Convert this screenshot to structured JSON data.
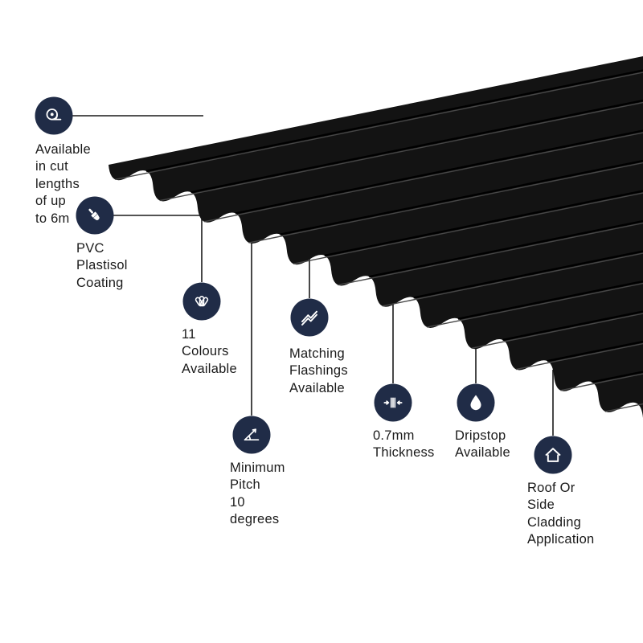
{
  "image_type": "product-feature-infographic",
  "product_visual": "black corrugated metal roofing sheet shown in perspective",
  "features": [
    {
      "id": "cut-length",
      "icon": "tape-measure-icon",
      "label": "Available in cut\nlengths of up\nto 6m"
    },
    {
      "id": "coating",
      "icon": "paint-brush-icon",
      "label": "PVC Plastisol\nCoating"
    },
    {
      "id": "colours",
      "icon": "colour-fan-icon",
      "label": "11 Colours\nAvailable"
    },
    {
      "id": "flashings",
      "icon": "flashing-icon",
      "label": "Matching\nFlashings\nAvailable"
    },
    {
      "id": "pitch",
      "icon": "pitch-angle-icon",
      "label": "Minimum Pitch\n10 degrees"
    },
    {
      "id": "thickness",
      "icon": "thickness-icon",
      "label": "0.7mm\nThickness"
    },
    {
      "id": "dripstop",
      "icon": "water-drop-icon",
      "label": "Dripstop\nAvailable"
    },
    {
      "id": "cladding",
      "icon": "house-icon",
      "label": "Roof Or Side\nCladding\nApplication"
    }
  ],
  "colors": {
    "badge": "#202c47",
    "sheet": "#131313",
    "ridge_highlight": "#474747",
    "ridge_shadow": "#000000",
    "connector": "#1a1a1a",
    "text": "#1a1a1a",
    "background": "#ffffff"
  }
}
